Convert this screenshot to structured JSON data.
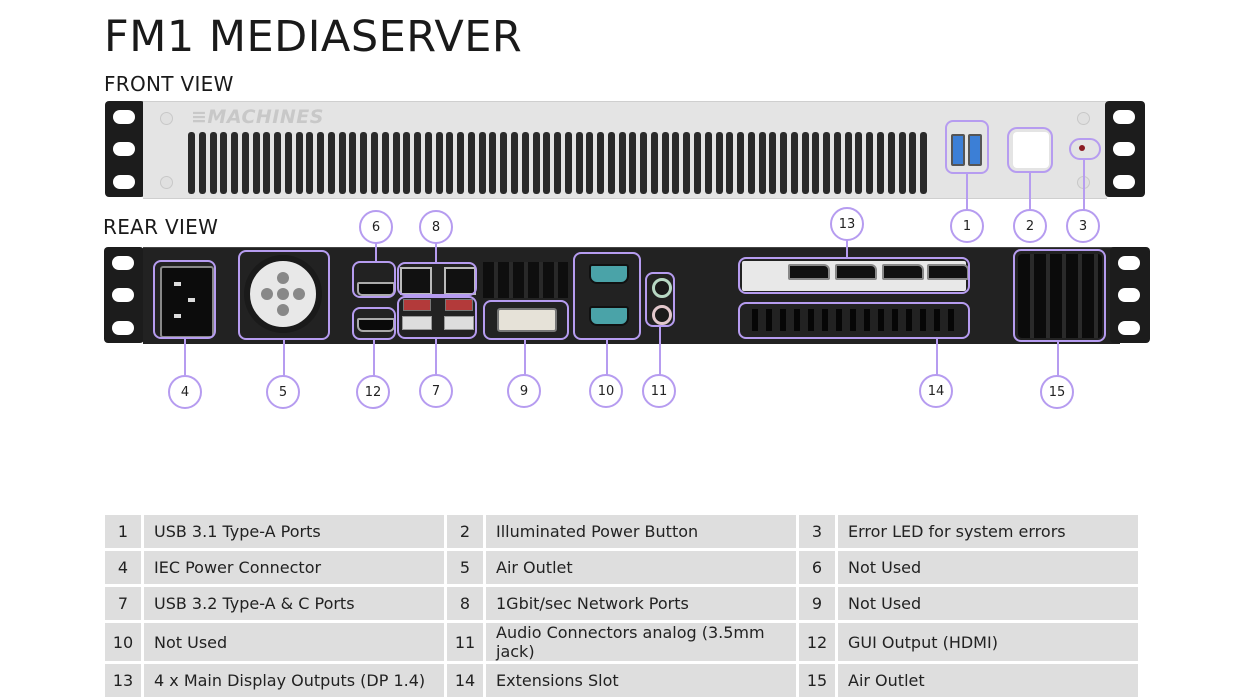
{
  "title": "FM1 MEDIASERVER",
  "front_view": {
    "label": "FRONT VIEW",
    "logo_text": "≡MACHINES",
    "callouts": [
      "1",
      "2",
      "3"
    ]
  },
  "rear_view": {
    "label": "REAR VIEW",
    "callouts": [
      "4",
      "5",
      "6",
      "7",
      "8",
      "9",
      "10",
      "11",
      "12",
      "13",
      "14",
      "15"
    ]
  },
  "colors": {
    "callout": "#b69cf0",
    "table_cell": "#dedede",
    "chassis_front": "#e4e4e4",
    "chassis_rear": "#222222",
    "usb_blue": "#3c7fd6",
    "serial_teal": "#4aa3a8",
    "led_red": "#8b1c24"
  },
  "legend": [
    [
      {
        "num": "1",
        "desc": "USB 3.1 Type-A Ports"
      },
      {
        "num": "2",
        "desc": "Illuminated Power Button"
      },
      {
        "num": "3",
        "desc": "Error LED for system errors"
      }
    ],
    [
      {
        "num": "4",
        "desc": "IEC Power Connector"
      },
      {
        "num": "5",
        "desc": "Air Outlet"
      },
      {
        "num": "6",
        "desc": "Not Used"
      }
    ],
    [
      {
        "num": "7",
        "desc": "USB 3.2 Type-A & C Ports"
      },
      {
        "num": "8",
        "desc": "1Gbit/sec Network Ports"
      },
      {
        "num": "9",
        "desc": "Not Used"
      }
    ],
    [
      {
        "num": "10",
        "desc": "Not Used"
      },
      {
        "num": "11",
        "desc": "Audio Connectors analog (3.5mm jack)"
      },
      {
        "num": "12",
        "desc": "GUI Output (HDMI)"
      }
    ],
    [
      {
        "num": "13",
        "desc": "4 x Main Display Outputs (DP 1.4)"
      },
      {
        "num": "14",
        "desc": "Extensions Slot"
      },
      {
        "num": "15",
        "desc": "Air Outlet"
      }
    ]
  ]
}
